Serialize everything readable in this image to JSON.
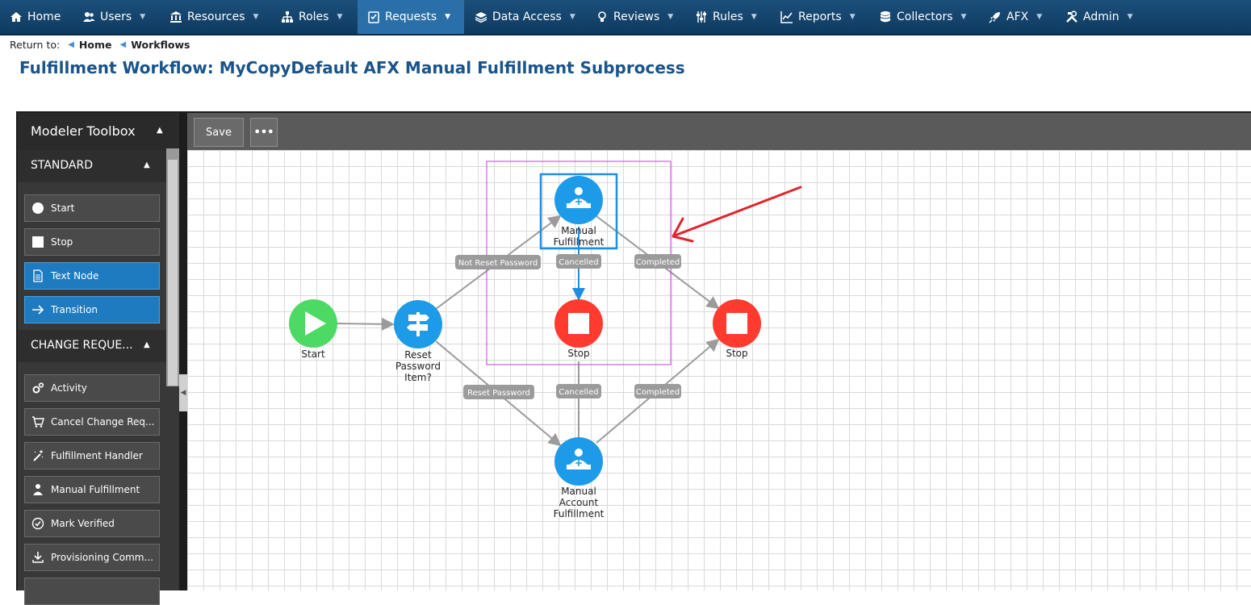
{
  "nav": {
    "items": [
      {
        "label": "Home",
        "icon": "home-icon"
      },
      {
        "label": "Users",
        "icon": "users-icon"
      },
      {
        "label": "Resources",
        "icon": "bank-icon"
      },
      {
        "label": "Roles",
        "icon": "sitemap-icon"
      },
      {
        "label": "Requests",
        "icon": "checklist-icon",
        "active": true
      },
      {
        "label": "Data Access",
        "icon": "layers-icon"
      },
      {
        "label": "Reviews",
        "icon": "lightbulb-icon"
      },
      {
        "label": "Rules",
        "icon": "sliders-icon"
      },
      {
        "label": "Reports",
        "icon": "chart-icon"
      },
      {
        "label": "Collectors",
        "icon": "database-icon"
      },
      {
        "label": "AFX",
        "icon": "rocket-icon"
      },
      {
        "label": "Admin",
        "icon": "tools-icon"
      }
    ]
  },
  "breadcrumb": {
    "prefix": "Return to:",
    "links": [
      "Home",
      "Workflows"
    ]
  },
  "page_title": "Fulfillment Workflow: MyCopyDefault AFX Manual Fulfillment Subprocess",
  "toolbox": {
    "title": "Modeler Toolbox",
    "sections": [
      {
        "label": "STANDARD",
        "items": [
          {
            "label": "Start",
            "icon": "circle-icon"
          },
          {
            "label": "Stop",
            "icon": "square-icon"
          },
          {
            "label": "Text Node",
            "icon": "document-icon",
            "highlight": true
          },
          {
            "label": "Transition",
            "icon": "arrow-right-icon",
            "highlight": true
          }
        ]
      },
      {
        "label": "CHANGE REQUE...",
        "items": [
          {
            "label": "Activity",
            "icon": "gears-icon"
          },
          {
            "label": "Cancel Change Req...",
            "icon": "cart-icon"
          },
          {
            "label": "Fulfillment Handler",
            "icon": "wand-icon"
          },
          {
            "label": "Manual Fulfillment",
            "icon": "person-icon"
          },
          {
            "label": "Mark Verified",
            "icon": "check-circle-icon"
          },
          {
            "label": "Provisioning Comm...",
            "icon": "download-icon"
          }
        ]
      }
    ]
  },
  "canvas_toolbar": {
    "save_label": "Save",
    "more_label": "•••"
  },
  "workflow": {
    "nodes": {
      "start": {
        "label": "Start"
      },
      "reset": {
        "label": [
          "Reset",
          "Password",
          "Item?"
        ]
      },
      "manual_top": {
        "label": [
          "Manual",
          "Fulfillment"
        ]
      },
      "stop_mid": {
        "label": "Stop"
      },
      "stop_right": {
        "label": "Stop"
      },
      "manual_bottom": {
        "label": [
          "Manual",
          "Account",
          "Fulfillment"
        ]
      }
    },
    "edges": {
      "not_reset": "Not Reset Password",
      "reset": "Reset Password",
      "cancelled_top": "Cancelled",
      "completed_top": "Completed",
      "cancelled_bottom": "Cancelled",
      "completed_bottom": "Completed"
    }
  },
  "colors": {
    "nav_bg": "#124a75",
    "active_tab": "#2b6fa8",
    "title": "#19548a",
    "start": "#4cd964",
    "stop": "#ff3b30",
    "manual": "#1e9be8",
    "edge_label": "#9b9b9b",
    "selection": "#c43dd8",
    "annotation_arrow": "#e0252e"
  }
}
